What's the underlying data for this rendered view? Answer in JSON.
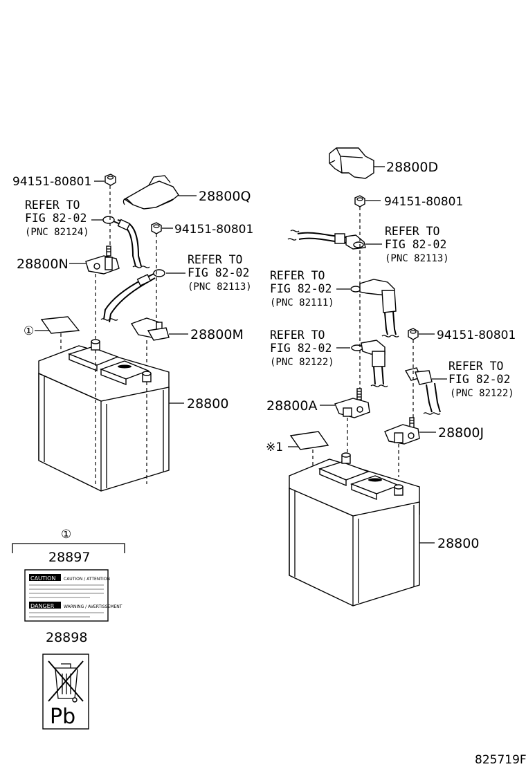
{
  "labels": {
    "nut_top_left": "94151-80801",
    "nut_mid_left": "94151-80801",
    "nut_top_right": "94151-80801",
    "nut_mid_right": "94151-80801",
    "p28800Q": "28800Q",
    "p28800N": "28800N",
    "p28800M": "28800M",
    "p28800_left": "28800",
    "p28800D": "28800D",
    "p28800A": "28800A",
    "p28800J": "28800J",
    "p28800_right": "28800",
    "p28897": "28897",
    "p28898": "28898",
    "circle1": "①",
    "circle1_group": "①",
    "note1": "※1",
    "figure_id": "825719F"
  },
  "refs": {
    "ref1": {
      "l1": "REFER TO",
      "l2": "FIG 82-02",
      "l3": "(PNC 82124)"
    },
    "ref2": {
      "l1": "REFER TO",
      "l2": "FIG 82-02",
      "l3": "(PNC 82113)"
    },
    "ref3": {
      "l1": "REFER TO",
      "l2": "FIG 82-02",
      "l3": "(PNC 82113)"
    },
    "ref4": {
      "l1": "REFER TO",
      "l2": "FIG 82-02",
      "l3": "(PNC 82111)"
    },
    "ref5": {
      "l1": "REFER TO",
      "l2": "FIG 82-02",
      "l3": "(PNC 82122)"
    },
    "ref6": {
      "l1": "REFER TO",
      "l2": "FIG 82-02",
      "l3": "(PNC 82122)"
    }
  },
  "label_card": {
    "badge1": "CAUTION",
    "badge2": "DANGER",
    "caption1": "CAUTION / ATTENTION",
    "caption2": "WARNING / AVERTISSEMENT"
  },
  "recycle_label": {
    "symbol": "Pb"
  }
}
